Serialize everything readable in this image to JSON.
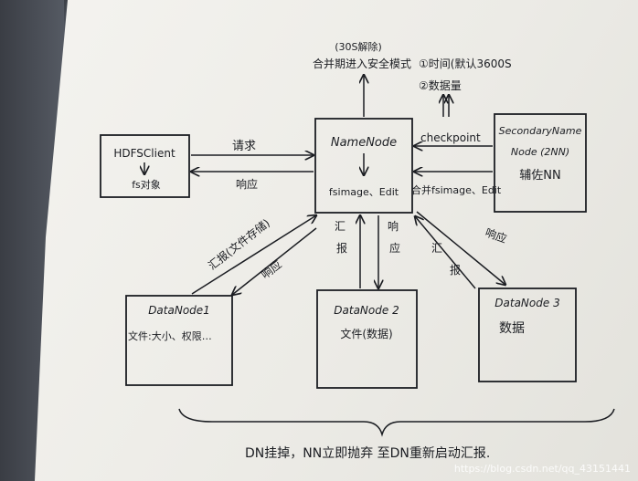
{
  "namenode": {
    "label": "NameNode",
    "inner": "fsimage、Edit"
  },
  "safemode_note": {
    "line1": "(30S解除)",
    "line2": "合并期进入安全模式"
  },
  "checkpoint_conditions": {
    "line1": "①时间(默认3600S",
    "line2": "②数据量"
  },
  "checkpoint_label": "checkpoint",
  "secondary": {
    "line1": "SecondaryName",
    "line2": "Node (2NN)",
    "line3": "辅佐NN"
  },
  "merge_label": "合并fsimage、Edit",
  "client": {
    "line1": "HDFSClient",
    "line2": "fs对象"
  },
  "client_request": "请求",
  "client_response": "响应",
  "dn1": {
    "label": "DataNode1",
    "sub": "文件:大小、权限…",
    "report": "汇报(文件存储)",
    "response": "响应"
  },
  "dn2": {
    "label": "DataNode 2",
    "sub": "文件(数据)",
    "report_1": "汇",
    "report_2": "报",
    "response_1": "响",
    "response_2": "应"
  },
  "dn3": {
    "label": "DataNode 3",
    "sub": "数据",
    "report_1": "汇",
    "report_2": "报",
    "response": "响应"
  },
  "footer_note": "DN挂掉，NN立即抛弃 至DN重新启动汇报.",
  "watermark": "https://blog.csdn.net/qq_43151441"
}
